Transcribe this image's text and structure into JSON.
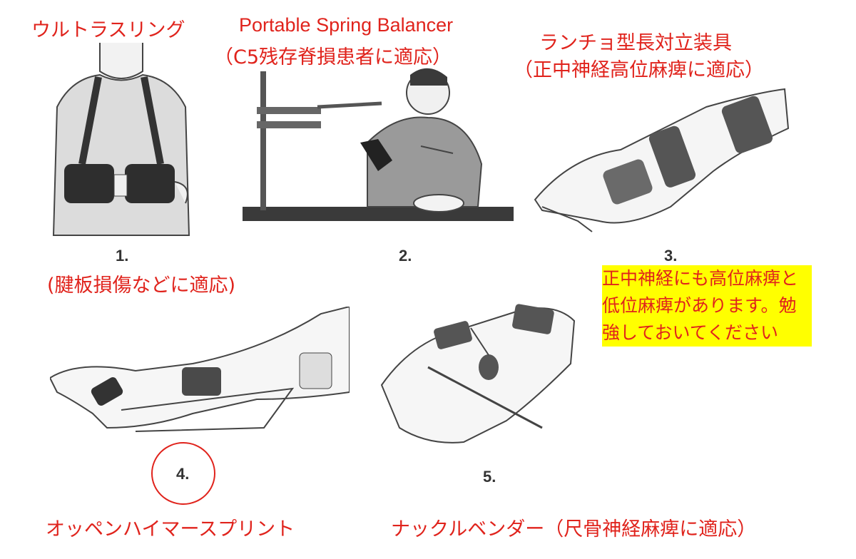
{
  "labels": {
    "ultra_sling": "ウルトラスリング",
    "balancer_title": "Portable Spring Balancer",
    "balancer_note": "（C5残存脊損患者に適応）",
    "lancho_title": "ランチョ型長対立装具",
    "lancho_note": "（正中神経高位麻痺に適応）",
    "sling_note": "(腱板損傷などに適応)",
    "oppenheimer": "オッペンハイマースプリント",
    "knuckle_bender": "ナックルベンダー（尺骨神経麻痺に適応）"
  },
  "numbers": {
    "n1": "1.",
    "n2": "2.",
    "n3": "3.",
    "n4": "4.",
    "n5": "5."
  },
  "note": {
    "text": "正中神経にも高位麻痺と低位麻痺があります。勉強しておいてください"
  },
  "colors": {
    "accent_red": "#e0231c",
    "highlight_yellow": "#ffff00"
  }
}
